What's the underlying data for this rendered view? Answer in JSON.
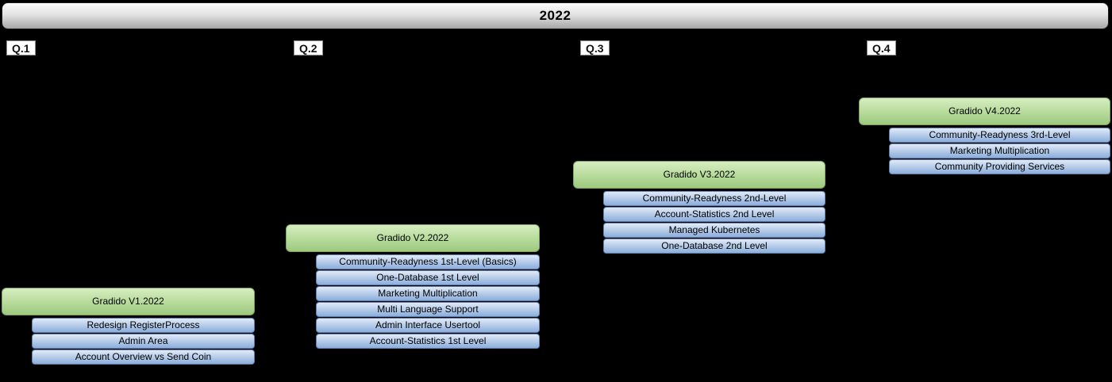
{
  "title": "2022",
  "colors": {
    "background": "#000000",
    "year_bar_top": "#fdfdfd",
    "year_bar_bottom": "#a6a6a6",
    "year_bar_border": "#1c1c1c",
    "quarter_label_bg": "#ffffff",
    "quarter_label_border": "#8c8c8c",
    "release_green_top": "#d6eec0",
    "release_green_bottom": "#9cca7d",
    "release_green_border": "#7fa162",
    "item_blue_top": "#e0eaf8",
    "item_blue_bottom": "#8cadda",
    "item_blue_border": "#5f80ad",
    "text": "#000000"
  },
  "quarters": [
    {
      "label": "Q.1",
      "release": "Gradido V1.2022",
      "items": [
        "Redesign RegisterProcess",
        "Admin Area",
        "Account Overview vs Send Coin"
      ]
    },
    {
      "label": "Q.2",
      "release": "Gradido V2.2022",
      "items": [
        "Community-Readyness 1st-Level (Basics)",
        "One-Database 1st Level",
        "Marketing Multiplication",
        "Multi Language Support",
        "Admin Interface Usertool",
        "Account-Statistics 1st Level"
      ]
    },
    {
      "label": "Q.3",
      "release": "Gradido V3.2022",
      "items": [
        "Community-Readyness 2nd-Level",
        "Account-Statistics 2nd Level",
        "Managed Kubernetes",
        "One-Database 2nd Level"
      ]
    },
    {
      "label": "Q.4",
      "release": "Gradido V4.2022",
      "items": [
        "Community-Readyness 3rd-Level",
        "Marketing Multiplication",
        "Community Providing Services"
      ]
    }
  ]
}
